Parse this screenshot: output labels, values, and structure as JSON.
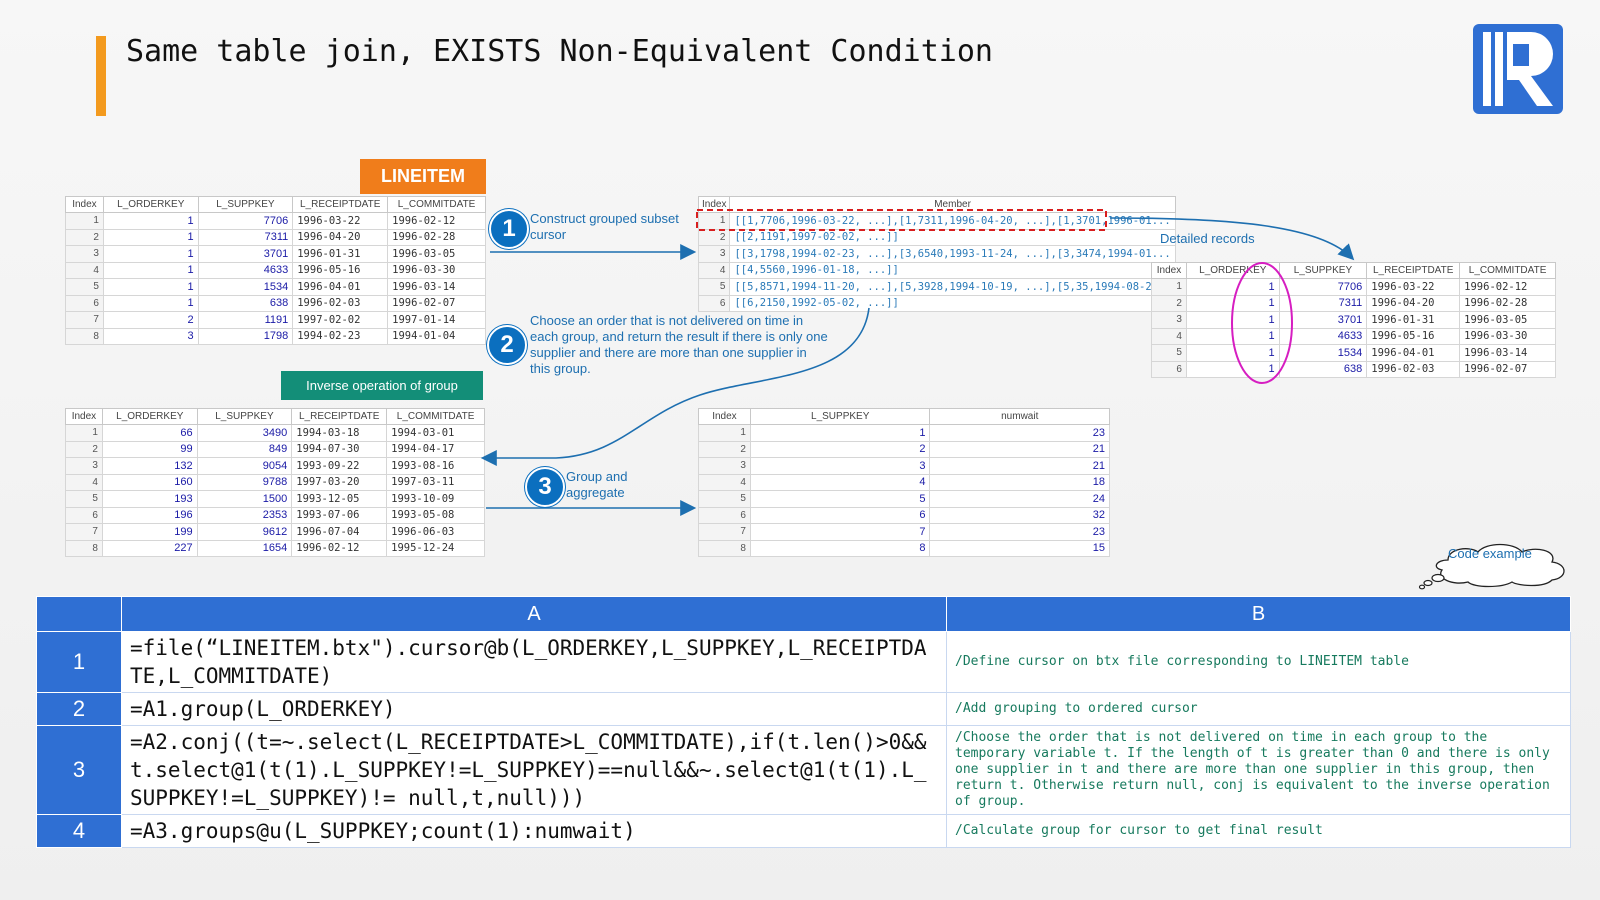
{
  "title": "Same table join, EXISTS Non-Equivalent Condition",
  "colors": {
    "accent": "#f39a1e",
    "step_blue": "#0b6fbf",
    "table_header_blue": "#2f6fd3",
    "badge_orange": "#f07d1b",
    "badge_green": "#138e78",
    "comment_green": "#177a5e"
  },
  "badges": {
    "lineitem": "LINEITEM",
    "inverse": "Inverse operation of group"
  },
  "steps": [
    {
      "num": "1",
      "text": "Construct grouped subset cursor"
    },
    {
      "num": "2",
      "text": "Choose an order that is not delivered on time in each group, and return the result if there is only one supplier and there are more than one supplier in this group."
    },
    {
      "num": "3",
      "text": "Group and aggregate"
    }
  ],
  "detailed_label": "Detailed records",
  "code_example_label": "Code example",
  "table_lineitem": {
    "headers": [
      "Index",
      "L_ORDERKEY",
      "L_SUPPKEY",
      "L_RECEIPTDATE",
      "L_COMMITDATE"
    ],
    "rows": [
      [
        "1",
        "1",
        "7706",
        "1996-03-22",
        "1996-02-12"
      ],
      [
        "2",
        "1",
        "7311",
        "1996-04-20",
        "1996-02-28"
      ],
      [
        "3",
        "1",
        "3701",
        "1996-01-31",
        "1996-03-05"
      ],
      [
        "4",
        "1",
        "4633",
        "1996-05-16",
        "1996-03-30"
      ],
      [
        "5",
        "1",
        "1534",
        "1996-04-01",
        "1996-03-14"
      ],
      [
        "6",
        "1",
        "638",
        "1996-02-03",
        "1996-02-07"
      ],
      [
        "7",
        "2",
        "1191",
        "1997-02-02",
        "1997-01-14"
      ],
      [
        "8",
        "3",
        "1798",
        "1994-02-23",
        "1994-01-04"
      ]
    ]
  },
  "table_members": {
    "headers": [
      "Index",
      "Member"
    ],
    "rows": [
      [
        "1",
        "[[1,7706,1996-03-22, ...],[1,7311,1996-04-20, ...],[1,3701,1996-01..."
      ],
      [
        "2",
        "[[2,1191,1997-02-02, ...]]"
      ],
      [
        "3",
        "[[3,1798,1994-02-23, ...],[3,6540,1993-11-24, ...],[3,3474,1994-01..."
      ],
      [
        "4",
        "[[4,5560,1996-01-18, ...]]"
      ],
      [
        "5",
        "[[5,8571,1994-11-20, ...],[5,3928,1994-10-19, ...],[5,35,1994-08-2..."
      ],
      [
        "6",
        "[[6,2150,1992-05-02, ...]]"
      ]
    ]
  },
  "table_detail": {
    "headers": [
      "Index",
      "L_ORDERKEY",
      "L_SUPPKEY",
      "L_RECEIPTDATE",
      "L_COMMITDATE"
    ],
    "rows": [
      [
        "1",
        "1",
        "7706",
        "1996-03-22",
        "1996-02-12"
      ],
      [
        "2",
        "1",
        "7311",
        "1996-04-20",
        "1996-02-28"
      ],
      [
        "3",
        "1",
        "3701",
        "1996-01-31",
        "1996-03-05"
      ],
      [
        "4",
        "1",
        "4633",
        "1996-05-16",
        "1996-03-30"
      ],
      [
        "5",
        "1",
        "1534",
        "1996-04-01",
        "1996-03-14"
      ],
      [
        "6",
        "1",
        "638",
        "1996-02-03",
        "1996-02-07"
      ]
    ]
  },
  "table_inverse": {
    "headers": [
      "Index",
      "L_ORDERKEY",
      "L_SUPPKEY",
      "L_RECEIPTDATE",
      "L_COMMITDATE"
    ],
    "rows": [
      [
        "1",
        "66",
        "3490",
        "1994-03-18",
        "1994-03-01"
      ],
      [
        "2",
        "99",
        "849",
        "1994-07-30",
        "1994-04-17"
      ],
      [
        "3",
        "132",
        "9054",
        "1993-09-22",
        "1993-08-16"
      ],
      [
        "4",
        "160",
        "9788",
        "1997-03-20",
        "1997-03-11"
      ],
      [
        "5",
        "193",
        "1500",
        "1993-12-05",
        "1993-10-09"
      ],
      [
        "6",
        "196",
        "2353",
        "1993-07-06",
        "1993-05-08"
      ],
      [
        "7",
        "199",
        "9612",
        "1996-07-04",
        "1996-06-03"
      ],
      [
        "8",
        "227",
        "1654",
        "1996-02-12",
        "1995-12-24"
      ]
    ]
  },
  "table_result": {
    "headers": [
      "Index",
      "L_SUPPKEY",
      "numwait"
    ],
    "rows": [
      [
        "1",
        "1",
        "23"
      ],
      [
        "2",
        "2",
        "21"
      ],
      [
        "3",
        "3",
        "21"
      ],
      [
        "4",
        "4",
        "18"
      ],
      [
        "5",
        "5",
        "24"
      ],
      [
        "6",
        "6",
        "32"
      ],
      [
        "7",
        "7",
        "23"
      ],
      [
        "8",
        "8",
        "15"
      ]
    ]
  },
  "code": {
    "col_a": "A",
    "col_b": "B",
    "rows": [
      {
        "n": "1",
        "a": "=file(“LINEITEM.btx\").cursor@b(L_ORDERKEY,L_SUPPKEY,L_RECEIPTDATE,L_COMMITDATE)",
        "b": "/Define cursor on btx file corresponding to LINEITEM table"
      },
      {
        "n": "2",
        "a": "=A1.group(L_ORDERKEY)",
        "b": "/Add grouping to ordered cursor"
      },
      {
        "n": "3",
        "a": "=A2.conj((t=~.select(L_RECEIPTDATE>L_COMMITDATE),if(t.len()>0&&t.select@1(t(1).L_SUPPKEY!=L_SUPPKEY)==null&&~.select@1(t(1).L_SUPPKEY!=L_SUPPKEY)!= null,t,null)))",
        "b": "/Choose the order that is not delivered on time in each group to the temporary variable t. If the length of t is greater than 0 and there is only one supplier in t and there are more than one supplier in this group, then return t. Otherwise return null, conj is equivalent to the inverse operation of group."
      },
      {
        "n": "4",
        "a": "=A3.groups@u(L_SUPPKEY;count(1):numwait)",
        "b": "/Calculate group for cursor to get final result"
      }
    ]
  }
}
